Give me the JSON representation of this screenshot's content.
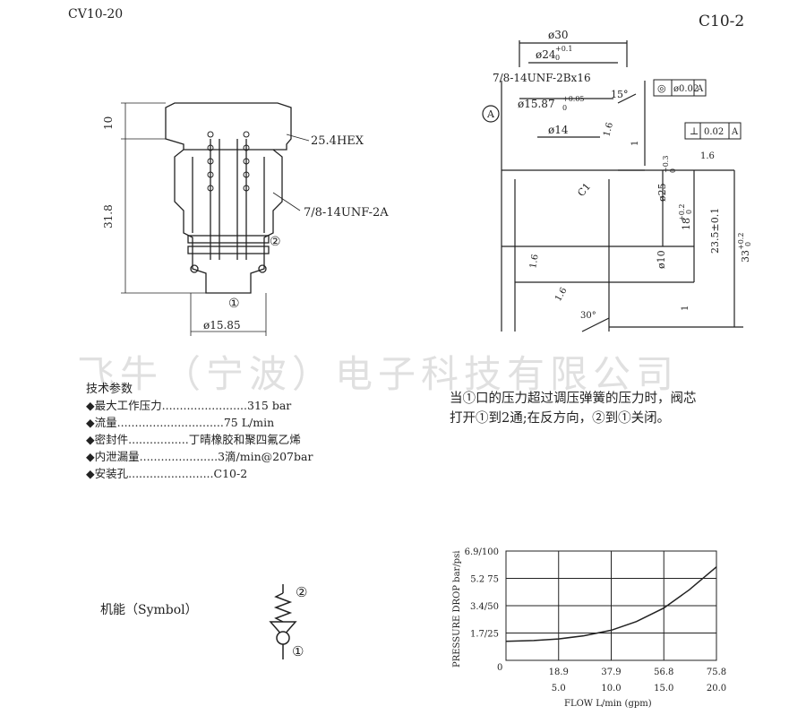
{
  "header": {
    "model": "CV10-20",
    "cavity": "C10-2"
  },
  "watermark": "飞牛（宁波）电子科技有限公司",
  "left_drawing": {
    "dim_height_top": "10",
    "dim_height_total": "31.8",
    "hex_label": "25.4HEX",
    "thread_label": "7/8-14UNF-2A",
    "port_2": "②",
    "port_1": "①",
    "dia_bottom": "ø15.85"
  },
  "right_drawing": {
    "d30": "ø30",
    "d24": "ø24",
    "d24_tol_top": "+0.1",
    "d24_tol_bot": "0",
    "thread": "7/8-14UNF-2Bx16",
    "angle15": "15°",
    "datum_A": "A",
    "d1587": "ø15.87",
    "d1587_tol_top": "+0.05",
    "d1587_tol_bot": "0",
    "d14": "ø14",
    "fcf1_sym": "◎",
    "fcf1_val": "ø0.02",
    "fcf1_ref": "A",
    "fcf2_sym": "⊥",
    "fcf2_val": "0.02",
    "fcf2_ref": "A",
    "rough1": "1.6",
    "rough2": "1.6",
    "rough3": "1.6",
    "rough4": "1.6",
    "chamfer": "C1",
    "d25": "ø25",
    "d25_tol_top": "+0.3",
    "d25_tol_bot": "0",
    "d10": "ø10",
    "dim18": "18",
    "dim18_tol_top": "+0.2",
    "dim18_tol_bot": "0",
    "dim235": "23.5±0.1",
    "dim33": "33",
    "dim33_tol_top": "+0.2",
    "dim33_tol_bot": "0",
    "one_a": "1",
    "one_b": "1",
    "angle30": "30°"
  },
  "specs": {
    "title": "技术参数",
    "rows": [
      {
        "bullet": "◆",
        "label": "最大工作压力",
        "dots": "........................",
        "value": "315 bar"
      },
      {
        "bullet": "◆",
        "label": "流量",
        "dots": "..............................",
        "value": "75 L/min"
      },
      {
        "bullet": "◆",
        "label": "密封件",
        "dots": ".................",
        "value": "丁晴橡胶和聚四氟乙烯"
      },
      {
        "bullet": "◆",
        "label": "内泄漏量",
        "dots": "......................",
        "value": "3滴/min@207bar"
      },
      {
        "bullet": "◆",
        "label": "安装孔",
        "dots": "........................",
        "value": "C10-2"
      }
    ]
  },
  "description": {
    "line1": "当①口的压力超过调压弹簧的压力时，阀芯",
    "line2": "打开①到2通;在反方向，②到①关闭。"
  },
  "symbol": {
    "label": "机能（Symbol）",
    "port_top": "②",
    "port_bottom": "①"
  },
  "chart_data": {
    "type": "line",
    "title": "",
    "ylabel": "PRESSURE DROP  bar/psi",
    "xlabel": "FLOW L/min (gpm)",
    "y_ticks": [
      "1.7/25",
      "3.4/50",
      "5.2 75",
      "6.9/100"
    ],
    "x_ticks_lpm": [
      "18.9",
      "37.9",
      "56.8",
      "75.8"
    ],
    "x_ticks_gpm": [
      "5.0",
      "10.0",
      "15.0",
      "20.0"
    ],
    "origin_label": "0",
    "xlim": [
      0,
      75.8
    ],
    "ylim": [
      0,
      6.9
    ],
    "series": [
      {
        "x": [
          0,
          10,
          18.9,
          28,
          37.9,
          47,
          56.8,
          66,
          75.8
        ],
        "y": [
          1.2,
          1.25,
          1.35,
          1.55,
          1.9,
          2.45,
          3.3,
          4.45,
          5.9
        ]
      }
    ]
  }
}
